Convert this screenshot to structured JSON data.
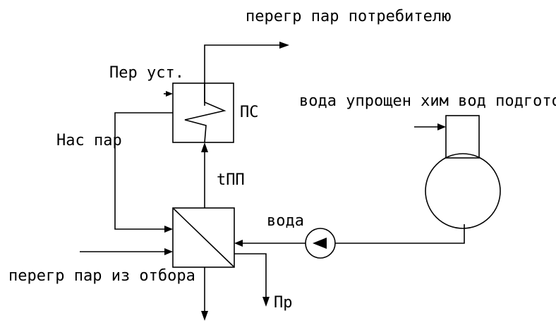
{
  "labels": {
    "consumer_steam": "перегр пар потребителю",
    "per_ust": "Пер уст.",
    "ps": "ПС",
    "sat_steam": "Нас пар",
    "t_pp": "tПП",
    "water_label": "вода",
    "extraction_steam": "перегр пар из отбора",
    "pr": "Пр",
    "water_treatment": "вода упрощен хим вод подготовки"
  },
  "colors": {
    "line": "#000000",
    "background": "#ffffff"
  },
  "icons": {
    "pump": "circle-with-triangle",
    "tank": "cylinder-vessel"
  }
}
